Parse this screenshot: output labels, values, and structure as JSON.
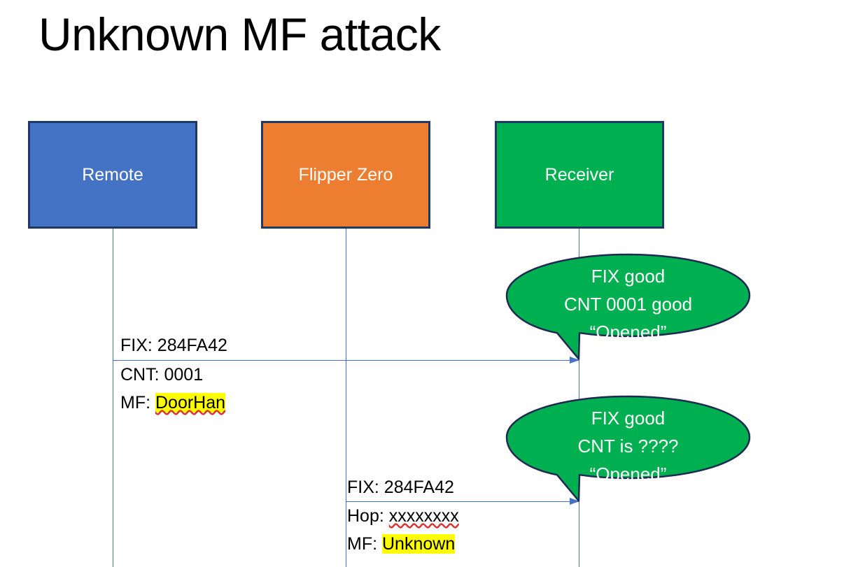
{
  "slide": {
    "title": "Unknown MF attack",
    "background": "#FFFFFF"
  },
  "colors": {
    "remote_fill": "#4472C4",
    "flipper_fill": "#ED7D31",
    "receiver_fill": "#00B050",
    "box_border": "#1F3864",
    "lifeline": "#4472C4",
    "bubble_fill": "#00B050",
    "bubble_border": "#1F2A52",
    "highlight": "#FFFF00",
    "spellcheck_underline": "#E03030",
    "text": "#000000",
    "box_label_text": "#FFFFFF"
  },
  "actors": [
    {
      "id": "remote",
      "label": "Remote"
    },
    {
      "id": "flipper",
      "label": "Flipper Zero"
    },
    {
      "id": "receiver",
      "label": "Receiver"
    }
  ],
  "messages": [
    {
      "id": "remote-to-receiver",
      "from": "remote",
      "to": "receiver",
      "lines": [
        {
          "label": "FIX: ",
          "value": "284FA42",
          "highlight": false,
          "spellcheck": false
        },
        {
          "label": "CNT: ",
          "value": "0001",
          "highlight": false,
          "spellcheck": false
        },
        {
          "label": "MF: ",
          "value": "DoorHan",
          "highlight": true,
          "spellcheck": true
        }
      ]
    },
    {
      "id": "flipper-to-receiver",
      "from": "flipper",
      "to": "receiver",
      "lines": [
        {
          "label": "FIX: ",
          "value": "284FA42",
          "highlight": false,
          "spellcheck": false
        },
        {
          "label": "Hop: ",
          "value": "xxxxxxxx",
          "highlight": false,
          "spellcheck": true
        },
        {
          "label": "MF: ",
          "value": "Unknown",
          "highlight": true,
          "spellcheck": false
        }
      ]
    }
  ],
  "bubbles": [
    {
      "id": "receiver-response-1",
      "lines": [
        "FIX good",
        "CNT 0001 good",
        "“Opened”"
      ]
    },
    {
      "id": "receiver-response-2",
      "lines": [
        "FIX good",
        "CNT is ????",
        "“Opened”"
      ]
    }
  ]
}
